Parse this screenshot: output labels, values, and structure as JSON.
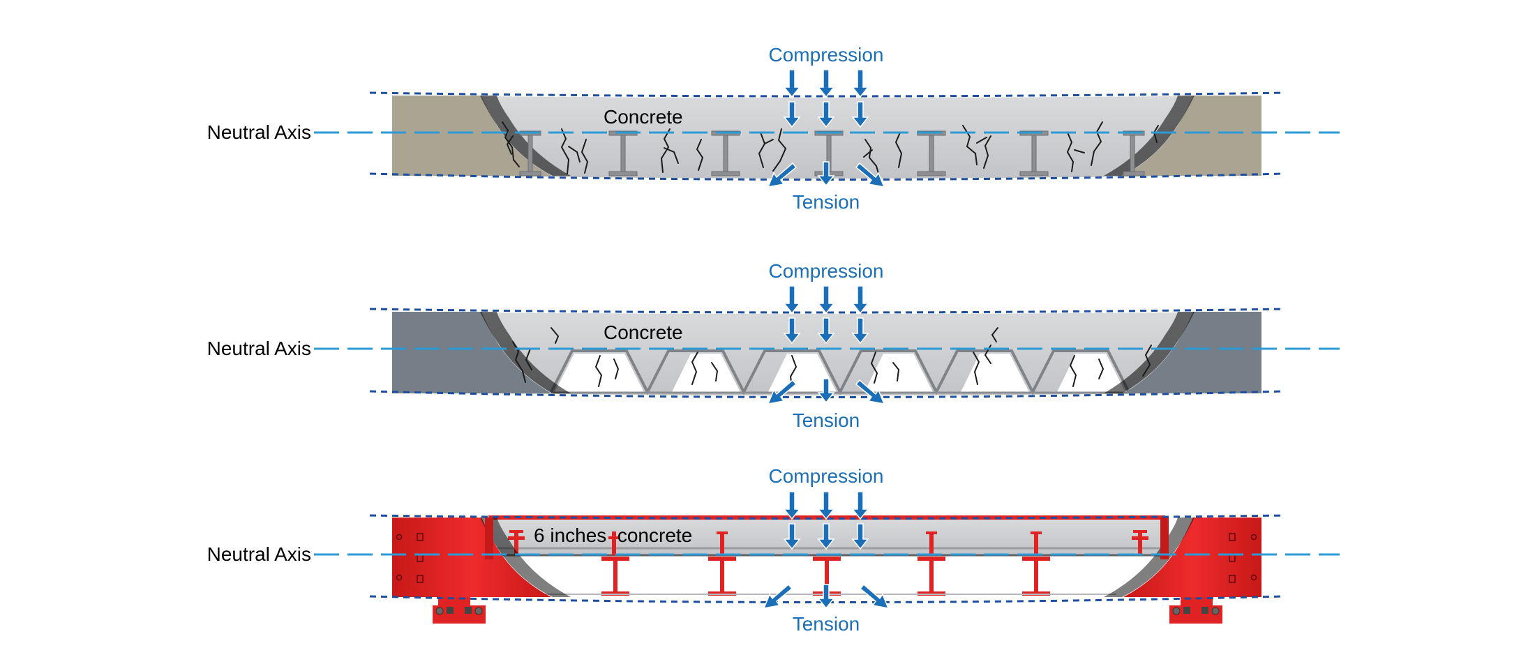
{
  "labels": {
    "neutral_axis": "Neutral Axis",
    "compression": "Compression",
    "tension": "Tension",
    "concrete": "Concrete",
    "six_inches_concrete": "6 inches  concrete"
  },
  "panels": [
    {
      "id": "steel-beam-slab",
      "concrete_label": "Concrete",
      "support_color": "#aaa493",
      "reinforcement": "i-beams",
      "cracked": true
    },
    {
      "id": "metal-deck-slab",
      "concrete_label": "Concrete",
      "support_color": "#767f88",
      "reinforcement": "corrugated-deck",
      "cracked": true
    },
    {
      "id": "red-frame-slab",
      "concrete_label": "6 inches  concrete",
      "support_color": "#e02222",
      "reinforcement": "red-studs",
      "cracked": false
    }
  ],
  "colors": {
    "arrow_blue": "#1a6fb8",
    "neutral_axis_line": "#2b9ad6",
    "boundary_dashed": "#1c4fa0",
    "concrete": "#cfd0d2",
    "crack": "#1b1b1b",
    "red_frame": "#e02222"
  },
  "icons": {
    "compression_arrow": "arrow-down-icon",
    "tension_arrow": "arrow-diagonal-icon"
  }
}
